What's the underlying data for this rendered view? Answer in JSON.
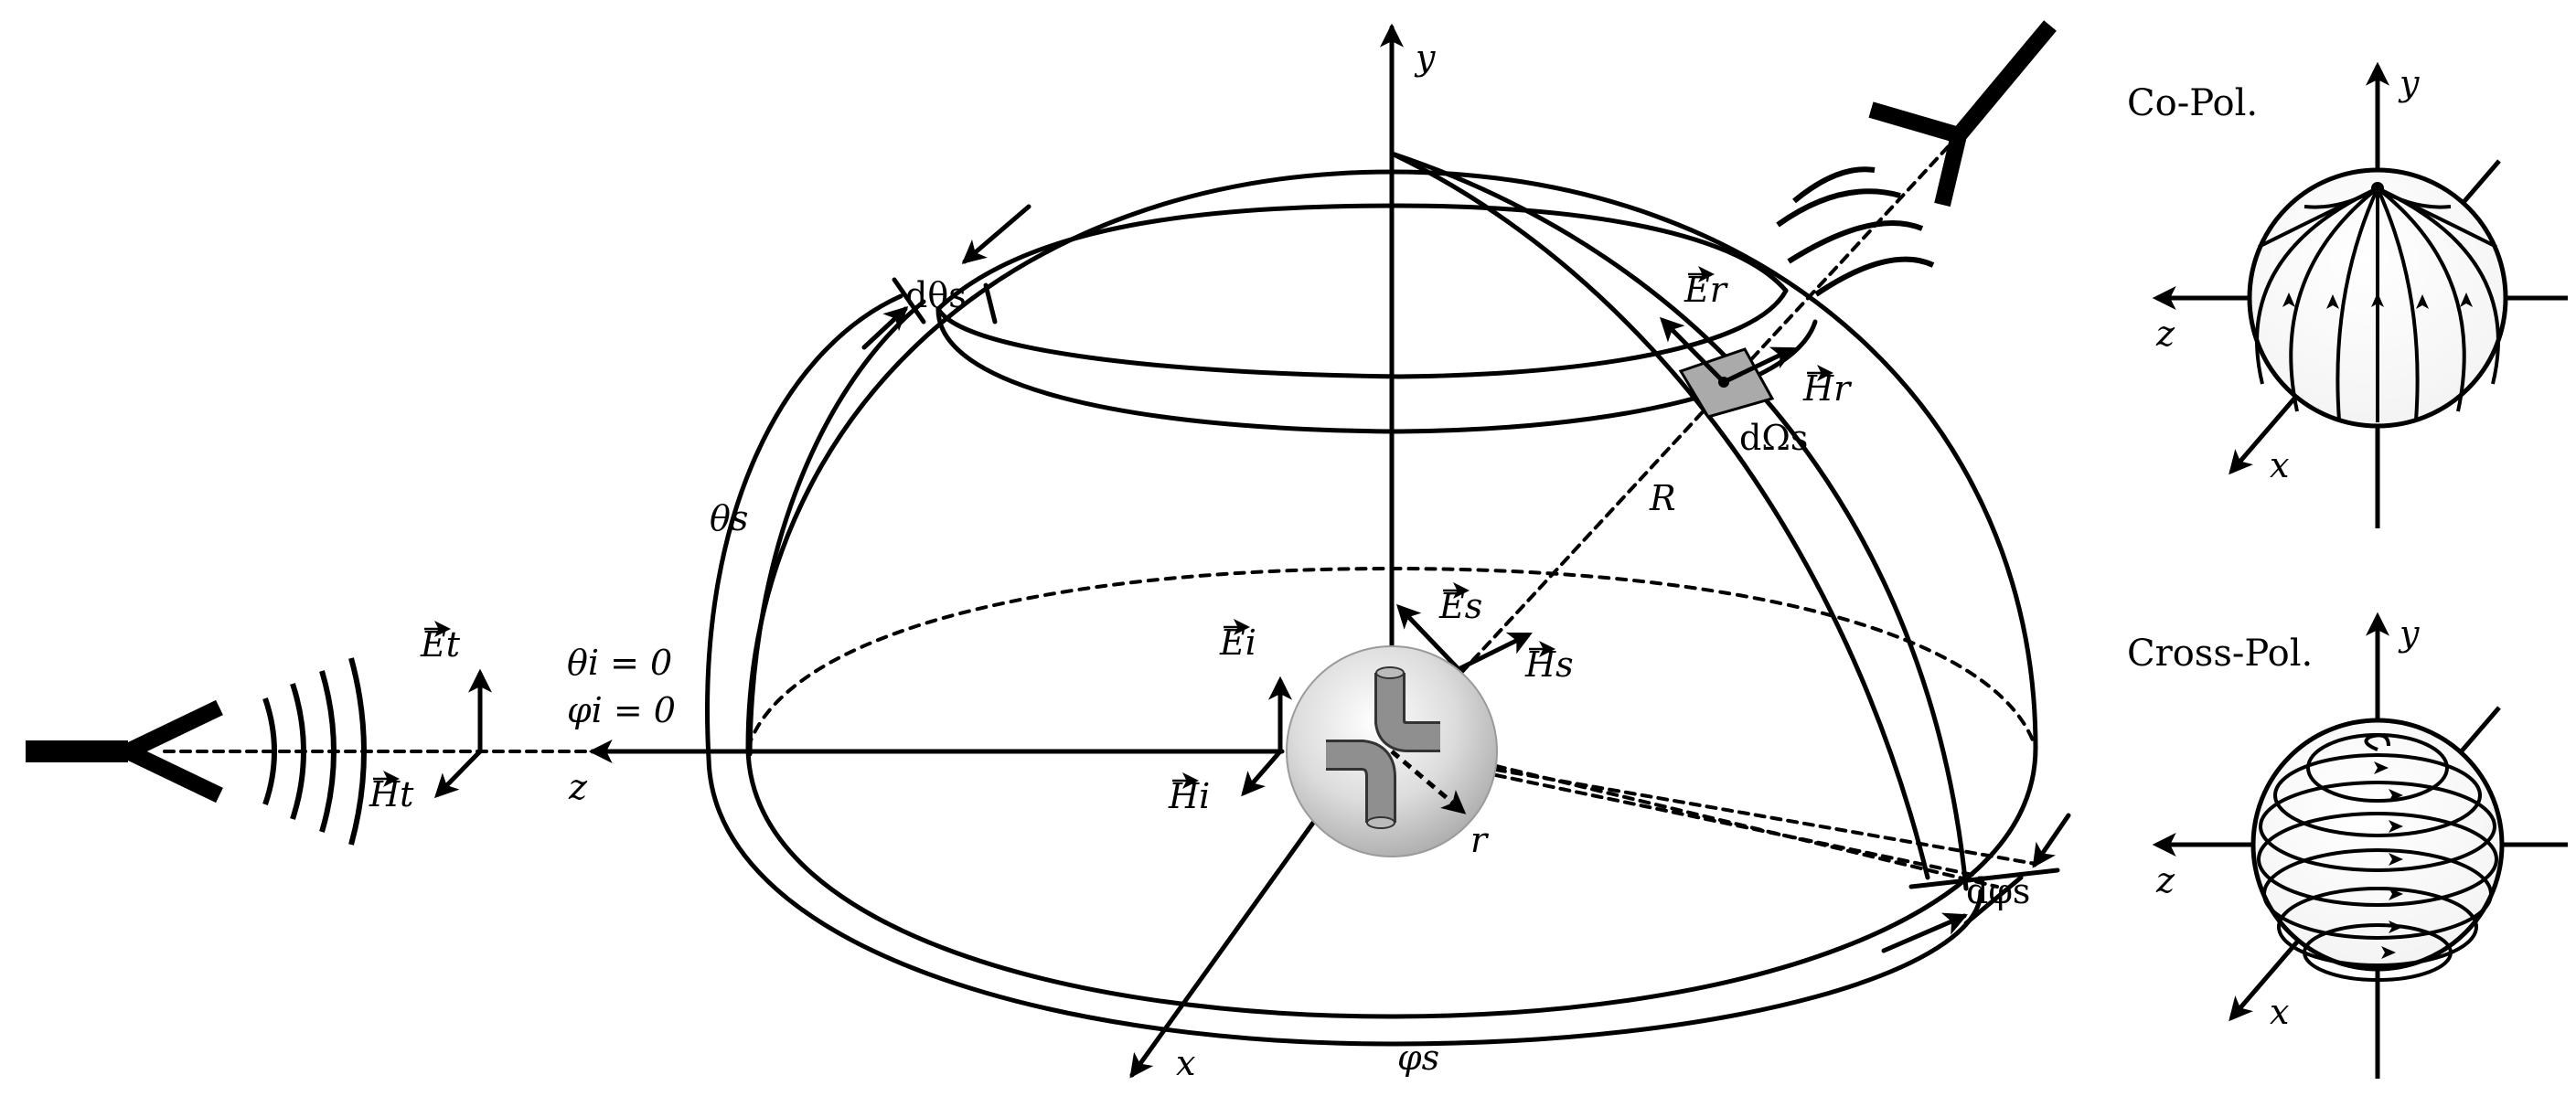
{
  "colors": {
    "ink": "#000000",
    "patch": "#aaaaaa",
    "sphere": "#dcdcdc",
    "pipe": "#8f8f8f"
  },
  "labels": {
    "axis_y": "y",
    "axis_z": "z",
    "axis_x": "x",
    "theta_s": "θs",
    "d_theta_s": "dθs",
    "phi_s": "φs",
    "d_phi_s": "dφs",
    "d_omega_s": "dΩs",
    "R": "R",
    "r": "r",
    "E_r": "Er",
    "H_r": "Hr",
    "E_s": "Es",
    "H_s": "Hs",
    "E_i": "Ei",
    "H_i": "Hi",
    "E_t": "Et",
    "H_t": "Ht",
    "theta_i_eq": "θi = 0",
    "phi_i_eq": "φi = 0"
  },
  "insets": {
    "co_pol": {
      "title": "Co-Pol.",
      "y": "y",
      "z": "z",
      "x": "x"
    },
    "cross_pol": {
      "title": "Cross-Pol.",
      "y": "y",
      "z": "z",
      "x": "x"
    }
  }
}
